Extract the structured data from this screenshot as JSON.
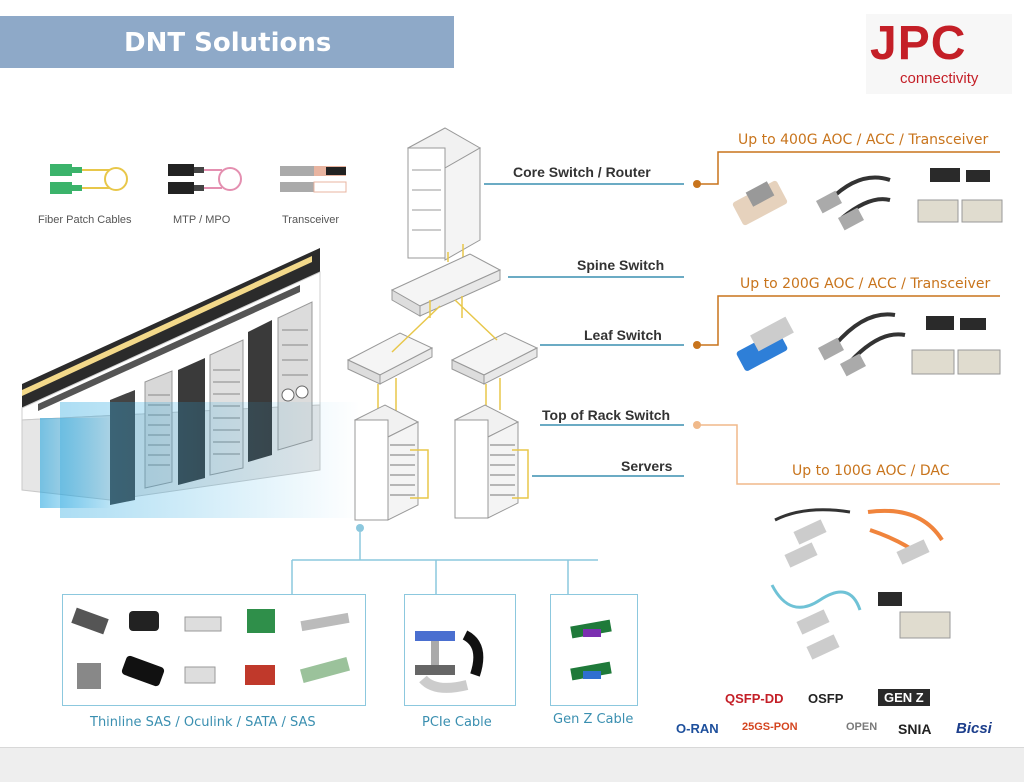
{
  "header": {
    "title": "DNT Solutions"
  },
  "logo": {
    "name": "JPC",
    "tagline": "connectivity"
  },
  "icons": [
    "Fiber Patch Cables",
    "MTP / MPO",
    "Transceiver"
  ],
  "network": {
    "core": "Core Switch / Router",
    "spine": "Spine Switch",
    "leaf": "Leaf Switch",
    "tor": "Top of Rack Switch",
    "servers": "Servers"
  },
  "solutions": {
    "s400": "Up to 400G AOC / ACC / Transceiver",
    "s200": "Up to 200G AOC / ACC / Transceiver",
    "s100": "Up to 100G AOC / DAC"
  },
  "bottom_boxes": [
    "Thinline SAS / Oculink / SATA / SAS",
    "PCIe Cable",
    "Gen Z Cable"
  ],
  "brands": [
    "QSFP-DD",
    "OSFP",
    "GEN Z",
    "O-RAN",
    "25GS-PON",
    "OPEN",
    "SNIA",
    "Bicsi"
  ],
  "colors": {
    "banner": "#8ea9c8",
    "accent": "#c8741c",
    "line_blue": "#3a8fb0",
    "logo_red": "#c41f27"
  }
}
